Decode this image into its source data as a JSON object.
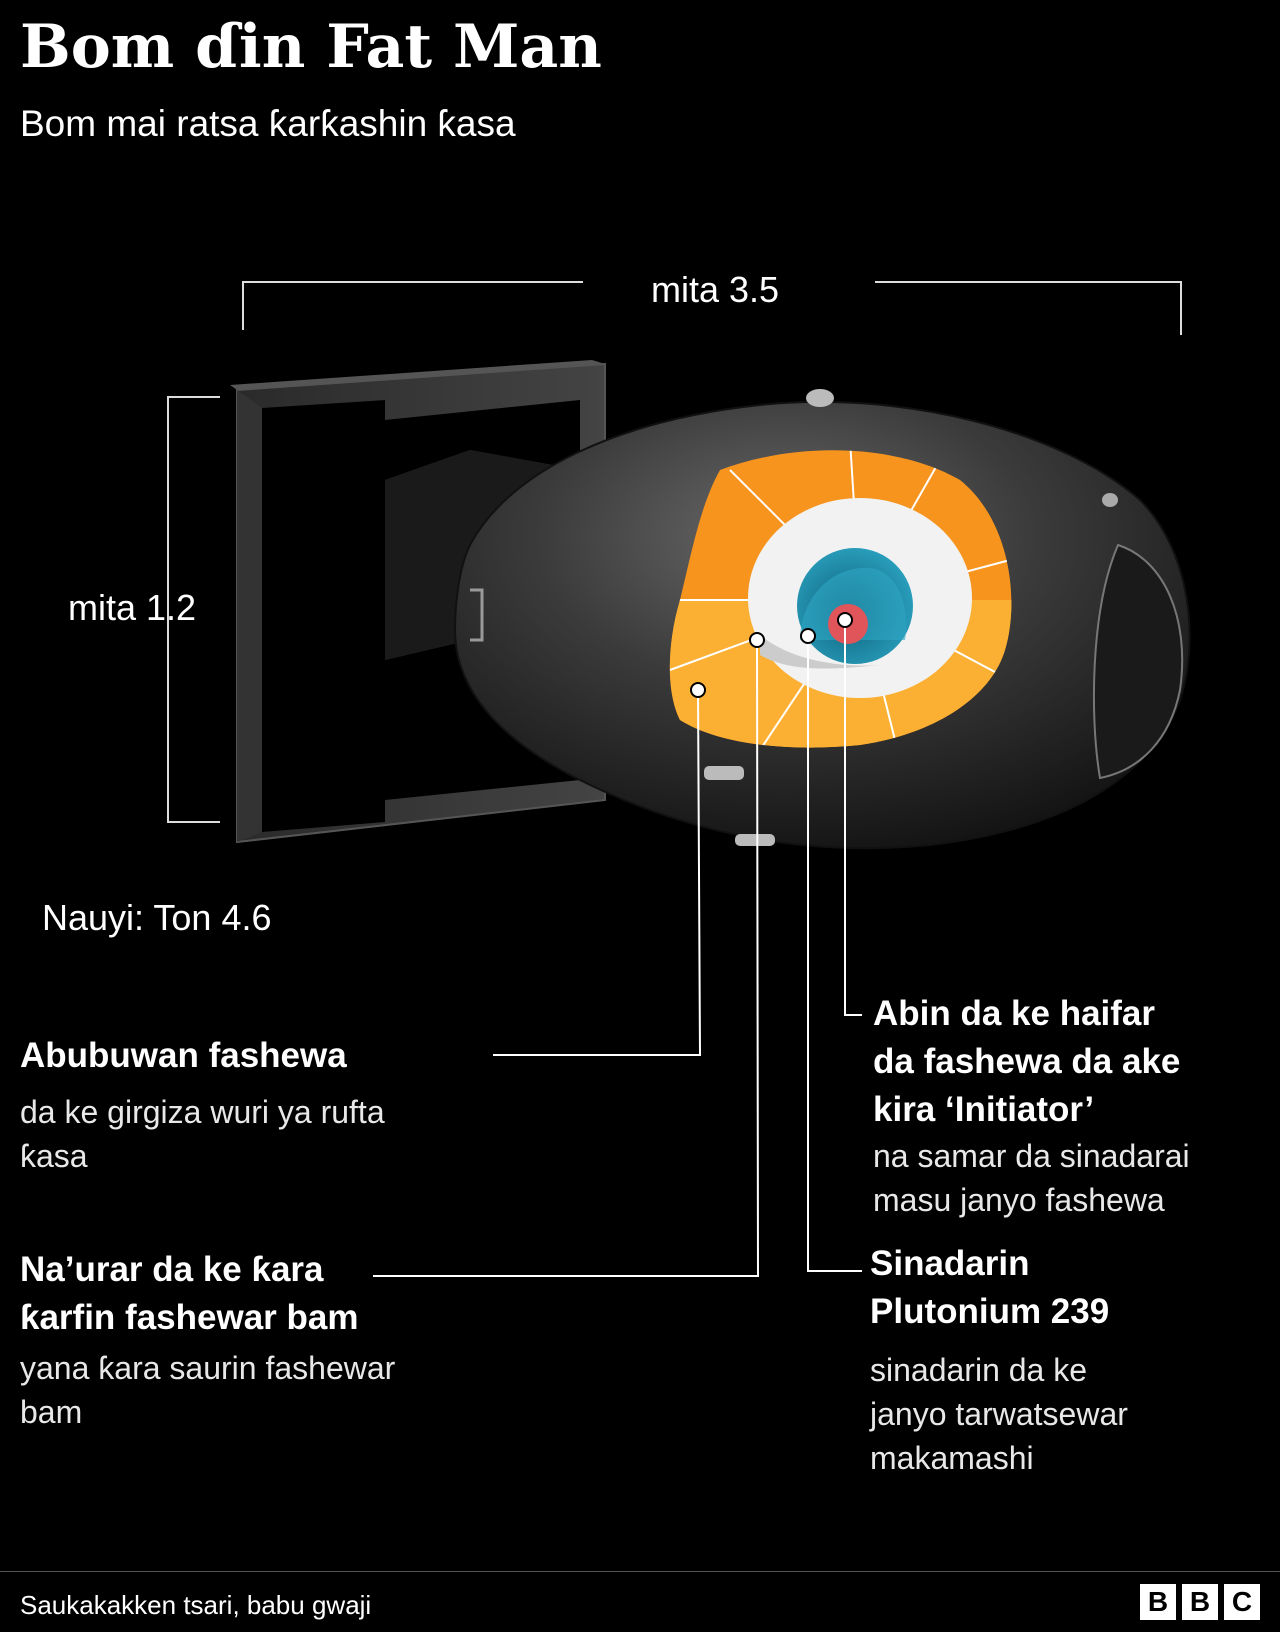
{
  "header": {
    "title": "Bom ɗin Fat Man",
    "subtitle": "Bom mai ratsa ƙarƙashin ƙasa"
  },
  "dimensions": {
    "length": "mita 3.5",
    "height": "mita 1.2",
    "weight": "Nauyi: Ton 4.6"
  },
  "callouts": [
    {
      "title": [
        "Abubuwan fashewa"
      ],
      "desc": [
        "da ke girgiza wuri ya rufta",
        "ƙasa"
      ]
    },
    {
      "title": [
        "Na’urar da ke ƙara",
        "ƙarfin fashewar bam"
      ],
      "desc": [
        "yana ƙara saurin fashewar",
        "bam"
      ]
    },
    {
      "title": [
        "Abin da ke haifar",
        "da fashewa da ake",
        "kira ‘Initiator’"
      ],
      "desc": [
        "na samar da sinadarai",
        "masu janyo fashewa"
      ]
    },
    {
      "title": [
        "Sinadarin",
        "Plutonium 239"
      ],
      "desc": [
        "sinadarin da ke",
        "janyo tarwatsewar",
        "makamashi"
      ]
    }
  ],
  "footer": {
    "source": "Saukakakken tsari, babu gwaji",
    "logo": [
      "B",
      "B",
      "C"
    ]
  },
  "colors": {
    "background": "#000000",
    "explosive_outer": "#f7941d",
    "explosive_lower": "#fbb034",
    "tamper": "#f2f2f2",
    "plutonium": "#1f8aa8",
    "initiator": "#e0555a",
    "casing": "#3a3a3a"
  }
}
